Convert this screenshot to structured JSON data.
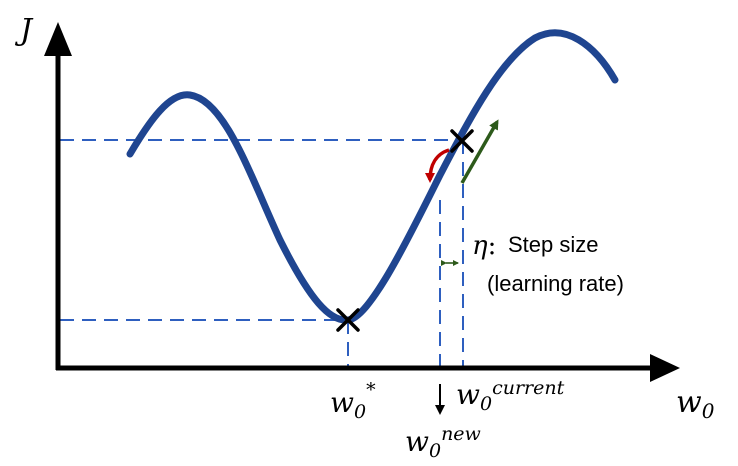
{
  "axes": {
    "y_label": "J",
    "x_label_base": "w",
    "x_label_sub": "0"
  },
  "markers": {
    "optimum": {
      "base": "w",
      "sub": "0",
      "sup": "*"
    },
    "current": {
      "base": "w",
      "sub": "0",
      "sup": "current"
    },
    "new": {
      "base": "w",
      "sub": "0",
      "sup": "new"
    }
  },
  "annotation": {
    "eta_symbol": "η",
    "colon": ":",
    "line1": "Step size",
    "line2": "(learning rate)"
  },
  "colors": {
    "curve": "#1f4590",
    "guides": "#2e5fbf",
    "axis": "#000000",
    "gradient_arrow": "#2d5a1b",
    "step_arrow": "#c00000",
    "eta_arrow": "#2d5a1b"
  },
  "icons": {
    "min_marker": "cross",
    "current_marker": "cross",
    "down_arrow": "arrow-down"
  }
}
